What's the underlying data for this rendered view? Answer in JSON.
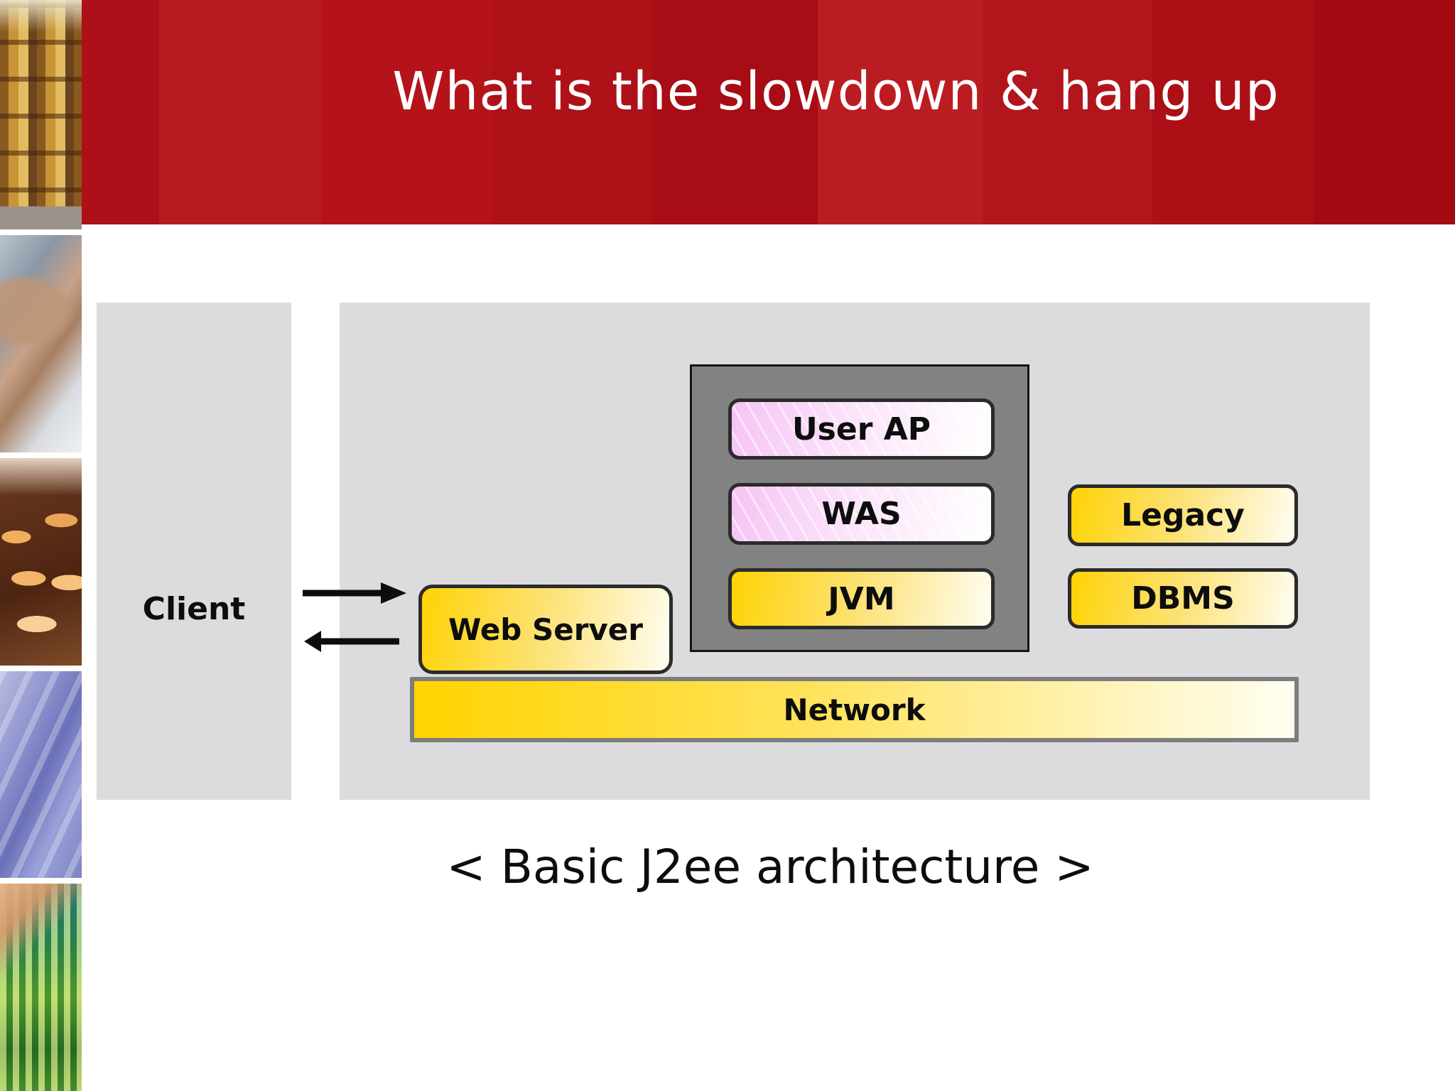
{
  "slide": {
    "title": "What is the slowdown & hang up",
    "caption": "< Basic J2ee architecture >"
  },
  "nodes": {
    "client": "Client",
    "web_server": "Web Server",
    "user_ap": "User AP",
    "was": "WAS",
    "jvm": "JVM",
    "legacy": "Legacy",
    "dbms": "DBMS",
    "network": "Network"
  },
  "arrows": [
    {
      "name": "request-arrow",
      "direction": "right",
      "from": "Client",
      "to": "Web Server"
    },
    {
      "name": "response-arrow",
      "direction": "left",
      "from": "Web Server",
      "to": "Client"
    }
  ],
  "colors": {
    "banner_red": "#b3151c",
    "panel_gray": "#dcdbde",
    "container_gray": "#828282",
    "box_yellow_start": "#ffd305",
    "box_yellow_end": "#fffdf2",
    "box_pink_start": "#f6c3f4",
    "box_pink_end": "#ffffff",
    "network_border_gray": "#7d7d7d",
    "border_dark": "#2b2b2b",
    "title_white": "#ffffff",
    "text_black": "#0d0d0d"
  }
}
